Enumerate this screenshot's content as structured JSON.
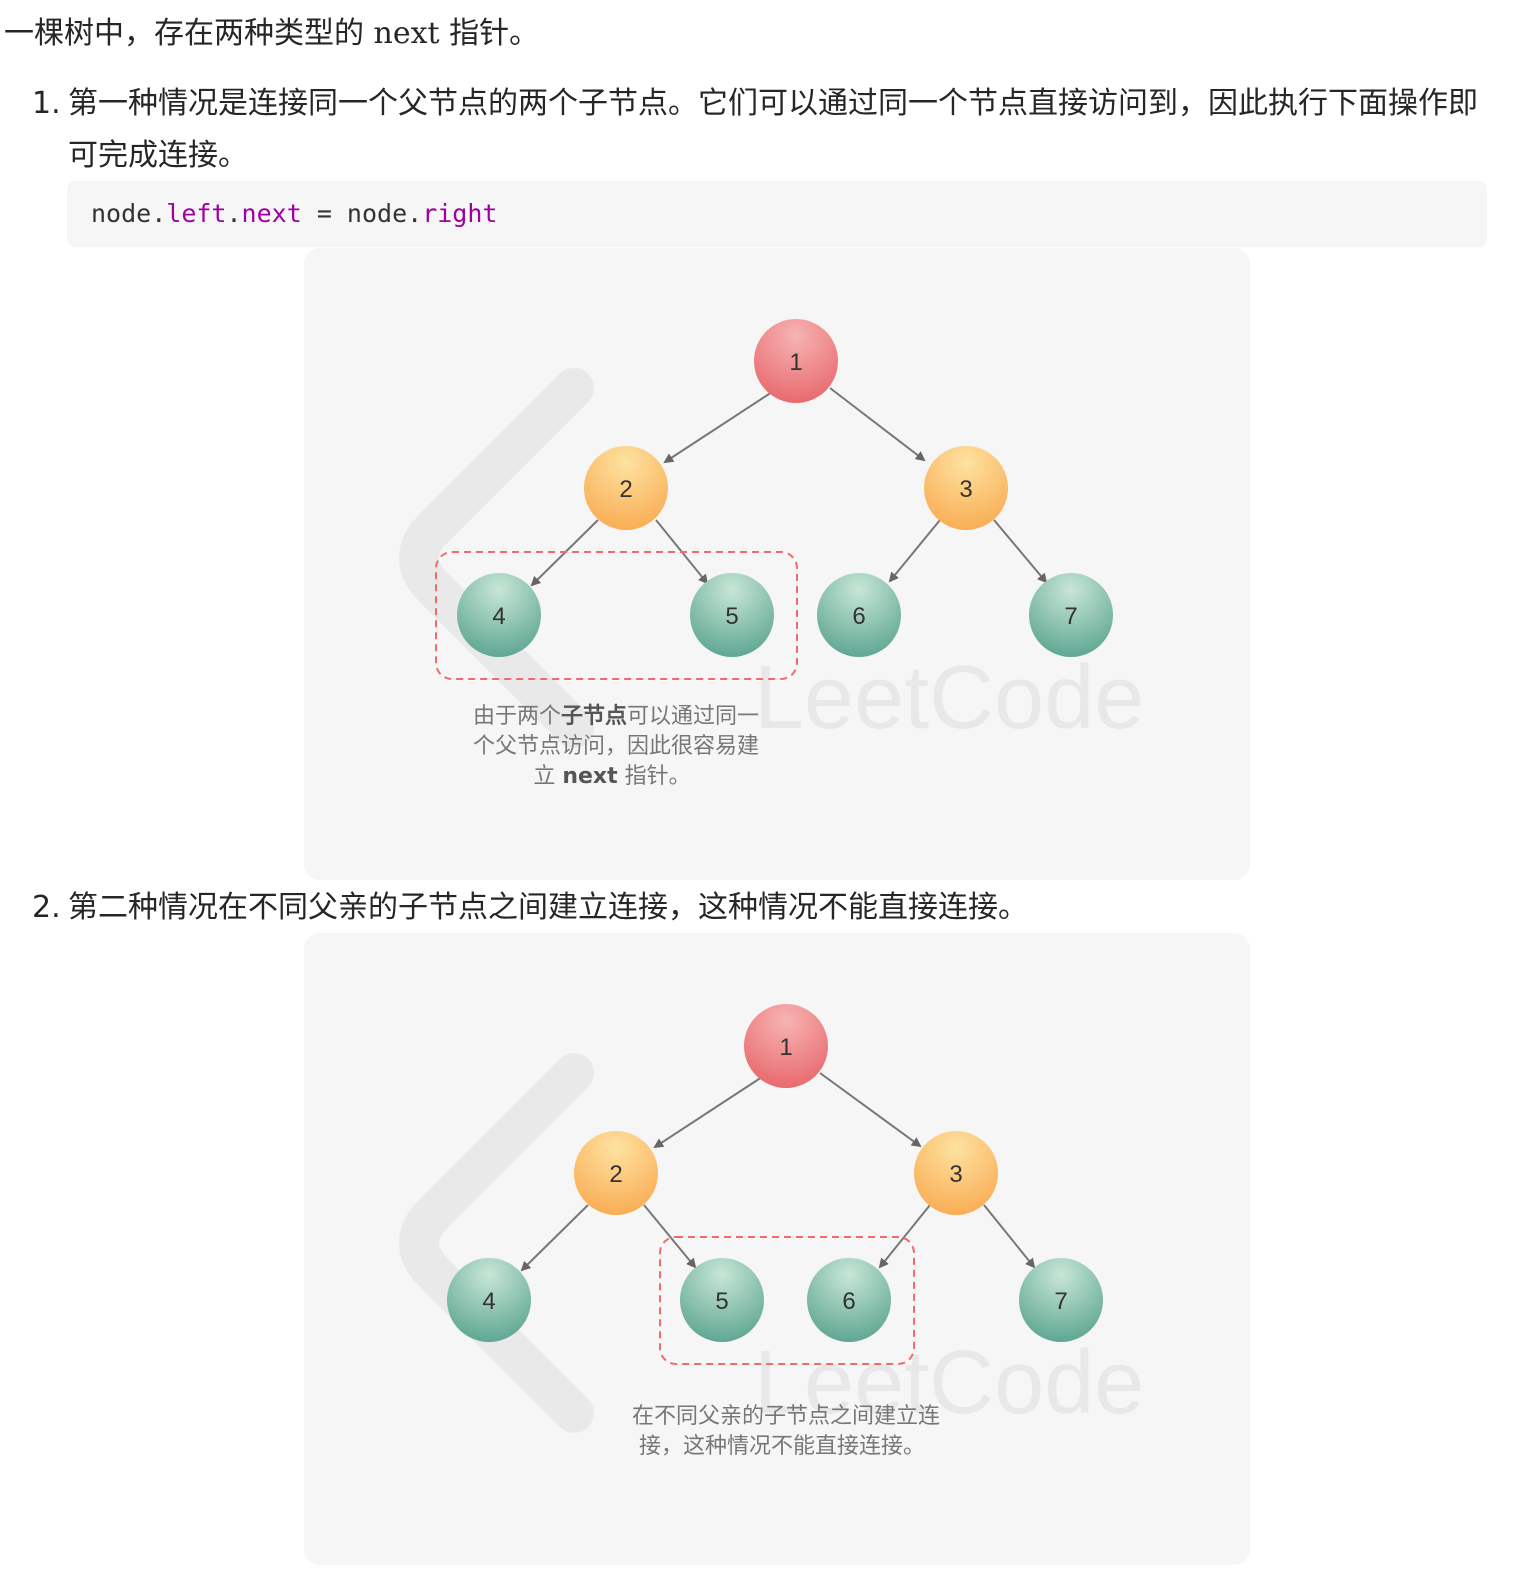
{
  "intro": {
    "before": "一棵树中，存在两种类型的 ",
    "code_word": "next",
    "after": " 指针。"
  },
  "items": [
    {
      "number": "1.",
      "text": "第一种情况是连接同一个父节点的两个子节点。它们可以通过同一个节点直接访问到，因此执行下面操作即可完成连接。"
    },
    {
      "number": "2.",
      "text": "第二种情况在不同父亲的子节点之间建立连接，这种情况不能直接连接。"
    }
  ],
  "code": {
    "p1": "node.",
    "k1": "left",
    "p2": ".",
    "k2": "next",
    "p3": " = node.",
    "k3": "right"
  },
  "figure1": {
    "nodes": [
      "1",
      "2",
      "3",
      "4",
      "5",
      "6",
      "7"
    ],
    "caption_line1_a": "由于两个",
    "caption_line1_bold": "子节点",
    "caption_line1_b": "可以通过同一",
    "caption_line2": "个父节点访问，因此很容易建",
    "caption_line3_a": "立 ",
    "caption_line3_bold": "next",
    "caption_line3_b": " 指针。"
  },
  "figure2": {
    "nodes": [
      "1",
      "2",
      "3",
      "4",
      "5",
      "6",
      "7"
    ],
    "caption_line1": "在不同父亲的子节点之间建立连",
    "caption_line2": "接，这种情况不能直接连接。"
  },
  "watermark": "LeetCode",
  "colors": {
    "root": "#ee6f73",
    "level2": "#fbb35a",
    "leaf": "#6fb19b",
    "dashed_box": "#f06b6b",
    "keyword": "#a000a0"
  }
}
